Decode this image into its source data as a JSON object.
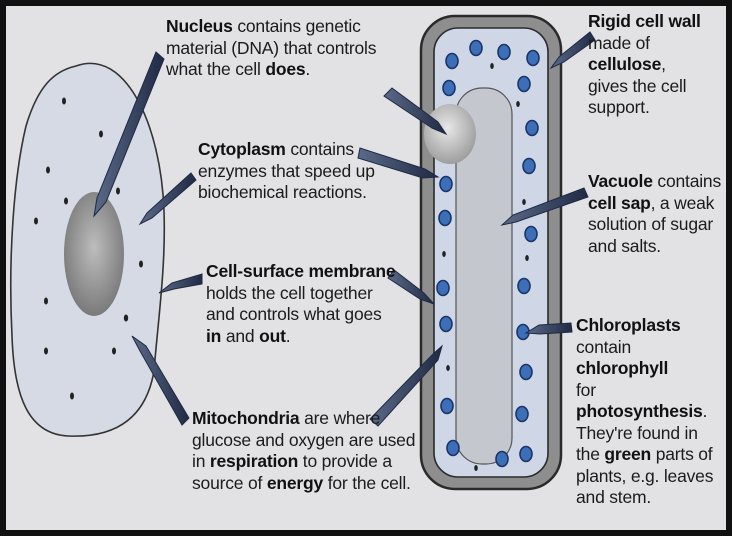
{
  "labels": {
    "nucleus": {
      "line1_bold": "Nucleus",
      "line1_rest": " contains genetic",
      "line2": "material (DNA) that controls",
      "line3_pre": "what the cell ",
      "line3_bold": "does",
      "line3_post": "."
    },
    "cytoplasm": {
      "line1_bold": "Cytoplasm",
      "line1_rest": " contains",
      "line2": "enzymes that speed up",
      "line3": "biochemical reactions."
    },
    "membrane": {
      "line1_bold": "Cell-surface membrane",
      "line2": "holds the cell together",
      "line3": "and controls what goes",
      "line4_bold1": "in",
      "line4_mid": " and ",
      "line4_bold2": "out",
      "line4_post": "."
    },
    "mitochondria": {
      "line1_bold": "Mitochondria",
      "line1_rest": " are where",
      "line2": "glucose and oxygen are used",
      "line3_pre": "in ",
      "line3_bold": "respiration",
      "line3_post": " to provide a",
      "line4_pre": "source of ",
      "line4_bold": "energy",
      "line4_post": " for the cell."
    },
    "cell_wall": {
      "line1_bold": "Rigid cell wall",
      "line2": "made of ",
      "line2_bold": "cellulose",
      "line2_post": ",",
      "line3": "gives the cell",
      "line4": "support."
    },
    "vacuole": {
      "line1_bold": "Vacuole",
      "line1_rest": " contains",
      "line2_bold": "cell sap",
      "line2_rest": ", a weak",
      "line3": "solution of sugar",
      "line4": "and salts."
    },
    "chloroplasts": {
      "line1_bold": "Chloroplasts",
      "line2_pre": "contain ",
      "line2_bold": "chlorophyll",
      "line3_pre": "for ",
      "line3_bold": "photosynthesis",
      "line3_post": ".",
      "line4": "They're found in",
      "line5_pre": "the ",
      "line5_bold": "green",
      "line5_post": " parts of",
      "line6": "plants, e.g. leaves",
      "line7": "and stem."
    }
  },
  "colors": {
    "page": "#e2e2e4",
    "cell_fill": "#cfd4e2",
    "cell_wall": "#8c8c8c",
    "chloroplast": "#3a6db5",
    "vacuole": "#c2c6ce",
    "arrow": "#2e3a55"
  }
}
